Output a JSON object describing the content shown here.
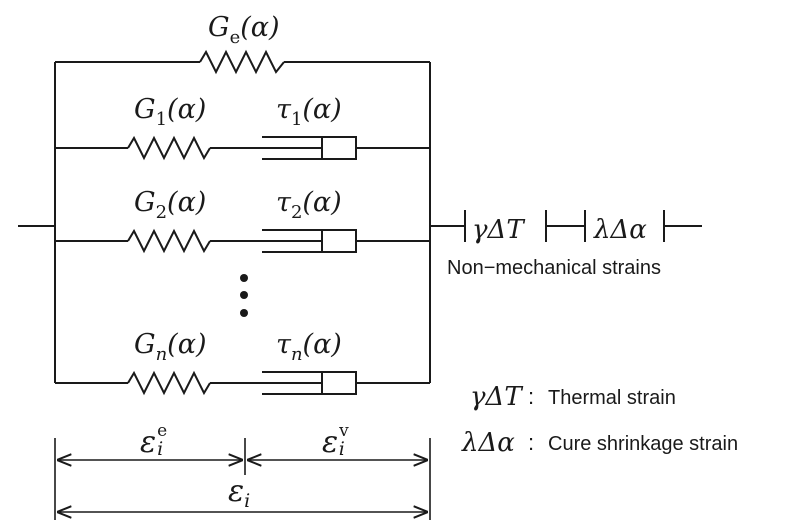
{
  "branches": {
    "equilibrium": {
      "spring": {
        "symbol": "G",
        "subscript": "e",
        "argument": "(α)"
      }
    },
    "maxwell": [
      {
        "spring": {
          "symbol": "G",
          "subscript": "1",
          "argument": "(α)"
        },
        "dashpot": {
          "symbol": "τ",
          "subscript": "1",
          "argument": "(α)"
        }
      },
      {
        "spring": {
          "symbol": "G",
          "subscript": "2",
          "argument": "(α)"
        },
        "dashpot": {
          "symbol": "τ",
          "subscript": "2",
          "argument": "(α)"
        }
      },
      {
        "spring": {
          "symbol": "G",
          "subscript": "n",
          "argument": "(α)"
        },
        "dashpot": {
          "symbol": "τ",
          "subscript": "n",
          "argument": "(α)"
        }
      }
    ]
  },
  "non_mechanical": {
    "terms": [
      "γΔT",
      "λΔα"
    ],
    "label": "Non−mechanical strains"
  },
  "legend": [
    {
      "term": "γΔT",
      "separator": ":",
      "description": "Thermal strain"
    },
    {
      "term": "λΔα",
      "separator": ":",
      "description": "Cure shrinkage strain"
    }
  ],
  "strain_labels": {
    "elastic": {
      "symbol": "ε",
      "subscript": "i",
      "superscript": "e"
    },
    "viscous": {
      "symbol": "ε",
      "subscript": "i",
      "superscript": "v"
    },
    "total": {
      "symbol": "ε",
      "subscript": "i"
    }
  },
  "colors": {
    "ink": "#1a1a1a",
    "background": "#ffffff"
  }
}
